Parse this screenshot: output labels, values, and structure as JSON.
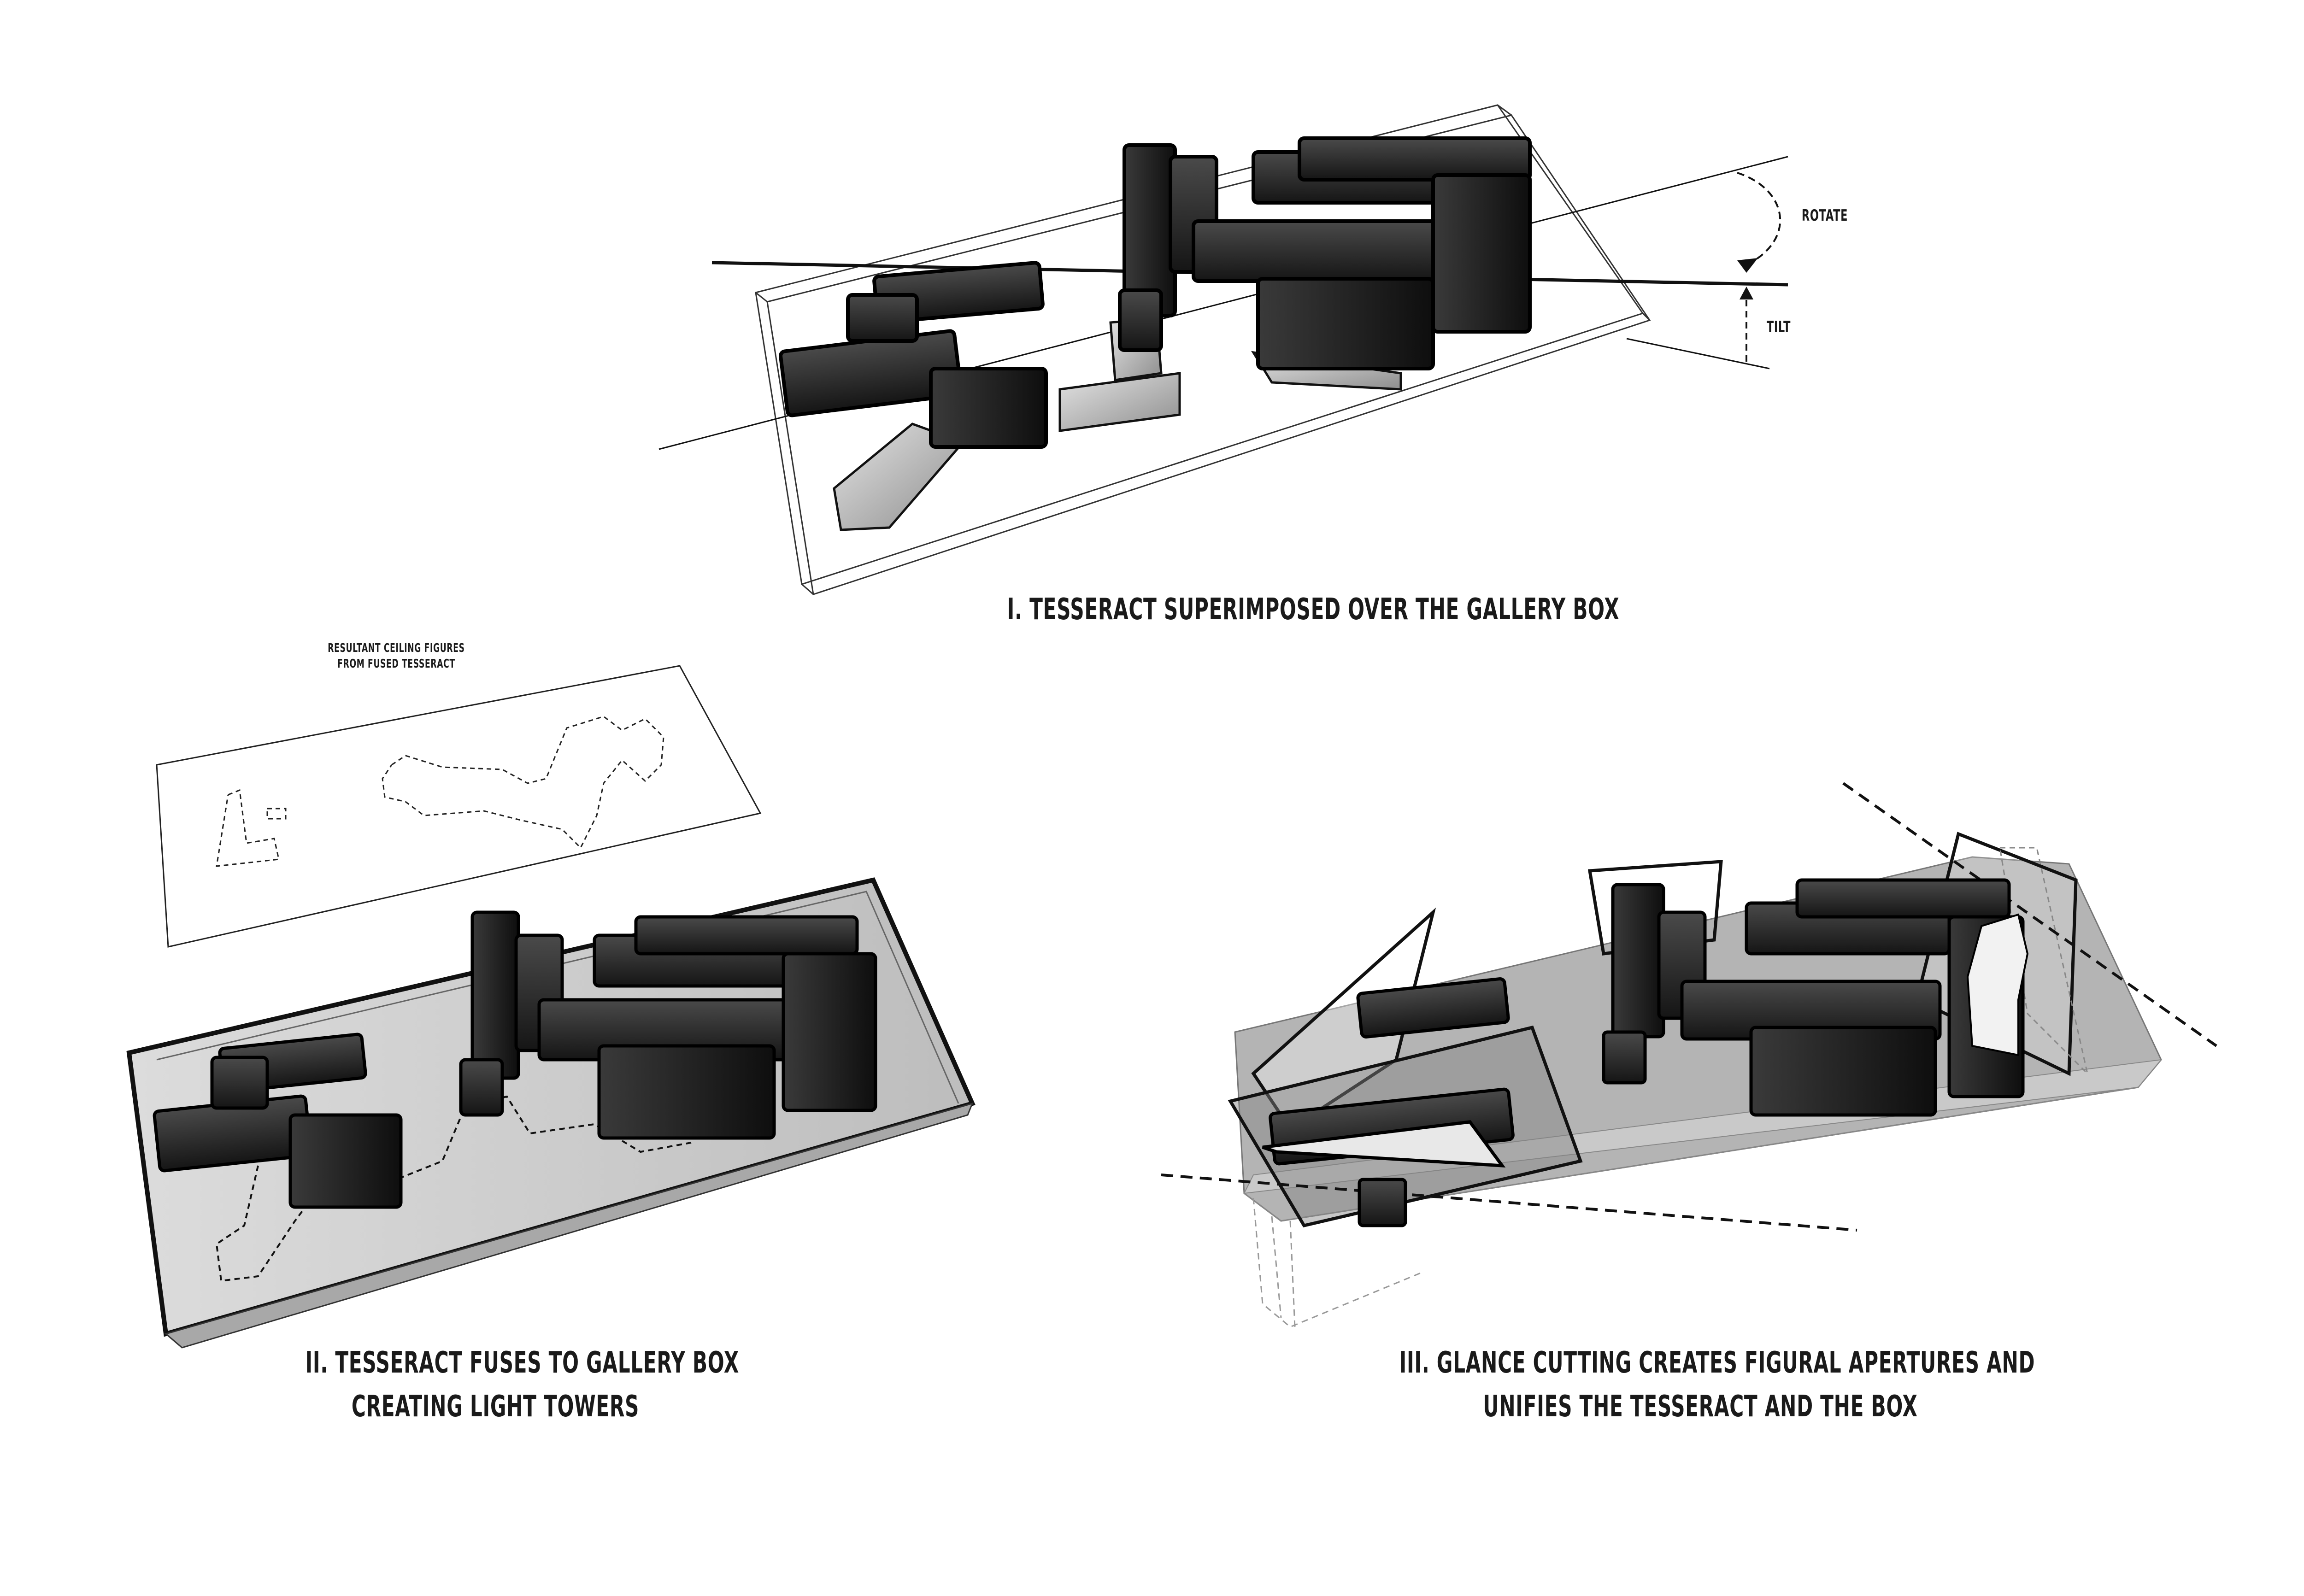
{
  "captions": {
    "step1": "I. TESSERACT SUPERIMPOSED OVER THE GALLERY BOX",
    "step2_line1": "II. TESSERACT FUSES TO GALLERY BOX",
    "step2_line2": "CREATING LIGHT TOWERS",
    "step3_line1": "III. GLANCE CUTTING CREATES FIGURAL APERTURES AND",
    "step3_line2": "UNIFIES THE TESSERACT AND THE BOX"
  },
  "annotations": {
    "rotate": "ROTATE",
    "tilt": "TILT",
    "ceiling_line1": "RESULTANT CEILING FIGURES",
    "ceiling_line2": "FROM FUSED TESSERACT"
  },
  "colors": {
    "ink": "#111111",
    "block_dark": "#2b2b2b",
    "box_fill_light": "#d6d6d6",
    "box_fill_mid": "#b4b4b4"
  }
}
